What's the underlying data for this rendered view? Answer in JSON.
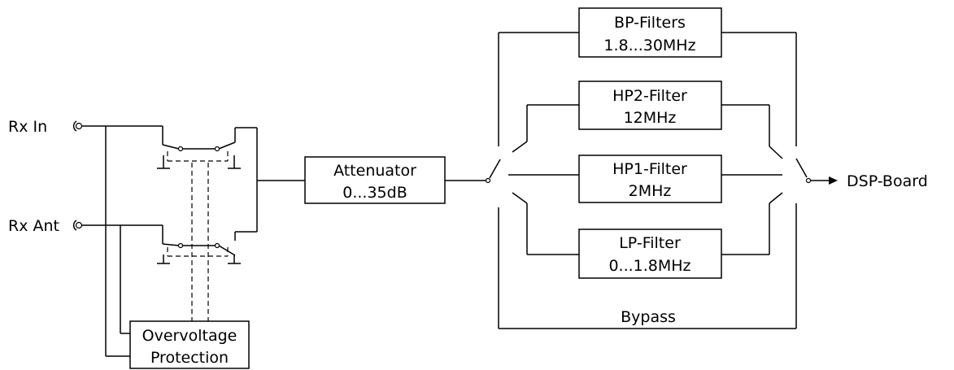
{
  "inputs": {
    "rx_in": "Rx In",
    "rx_ant": "Rx Ant"
  },
  "blocks": {
    "overvoltage_line1": "Overvoltage",
    "overvoltage_line2": "Protection",
    "attenuator_line1": "Attenuator",
    "attenuator_line2": "0...35dB",
    "bp_filters_line1": "BP-Filters",
    "bp_filters_line2": "1.8...30MHz",
    "hp2_filter_line1": "HP2-Filter",
    "hp2_filter_line2": "12MHz",
    "hp1_filter_line1": "HP1-Filter",
    "hp1_filter_line2": "2MHz",
    "lp_filter_line1": "LP-Filter",
    "lp_filter_line2": "0...1.8MHz",
    "bypass": "Bypass"
  },
  "output": {
    "dsp_board": "DSP-Board"
  }
}
